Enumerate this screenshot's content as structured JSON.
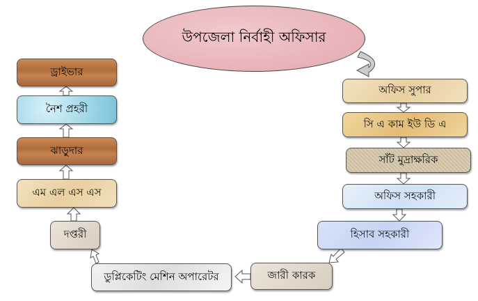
{
  "top": {
    "title": "উপজেলা নির্বাহী অফিসার"
  },
  "right_column": [
    "অফিস সুপার",
    "সি এ কাম ইউ ডি এ",
    "সাঁট মুদ্রাক্ষরিক",
    "অফিস সহকারী",
    "হিসাব সহকারী"
  ],
  "bottom_row": [
    "জারী কারক",
    "ডুপ্লিকেটিং মেশিন অপারেটর"
  ],
  "left_column": [
    "দপ্তরী",
    "এম এল এস এস",
    "ঝাড়ুদার",
    "নৈশ প্রহরী",
    "ড্রাইভার"
  ]
}
